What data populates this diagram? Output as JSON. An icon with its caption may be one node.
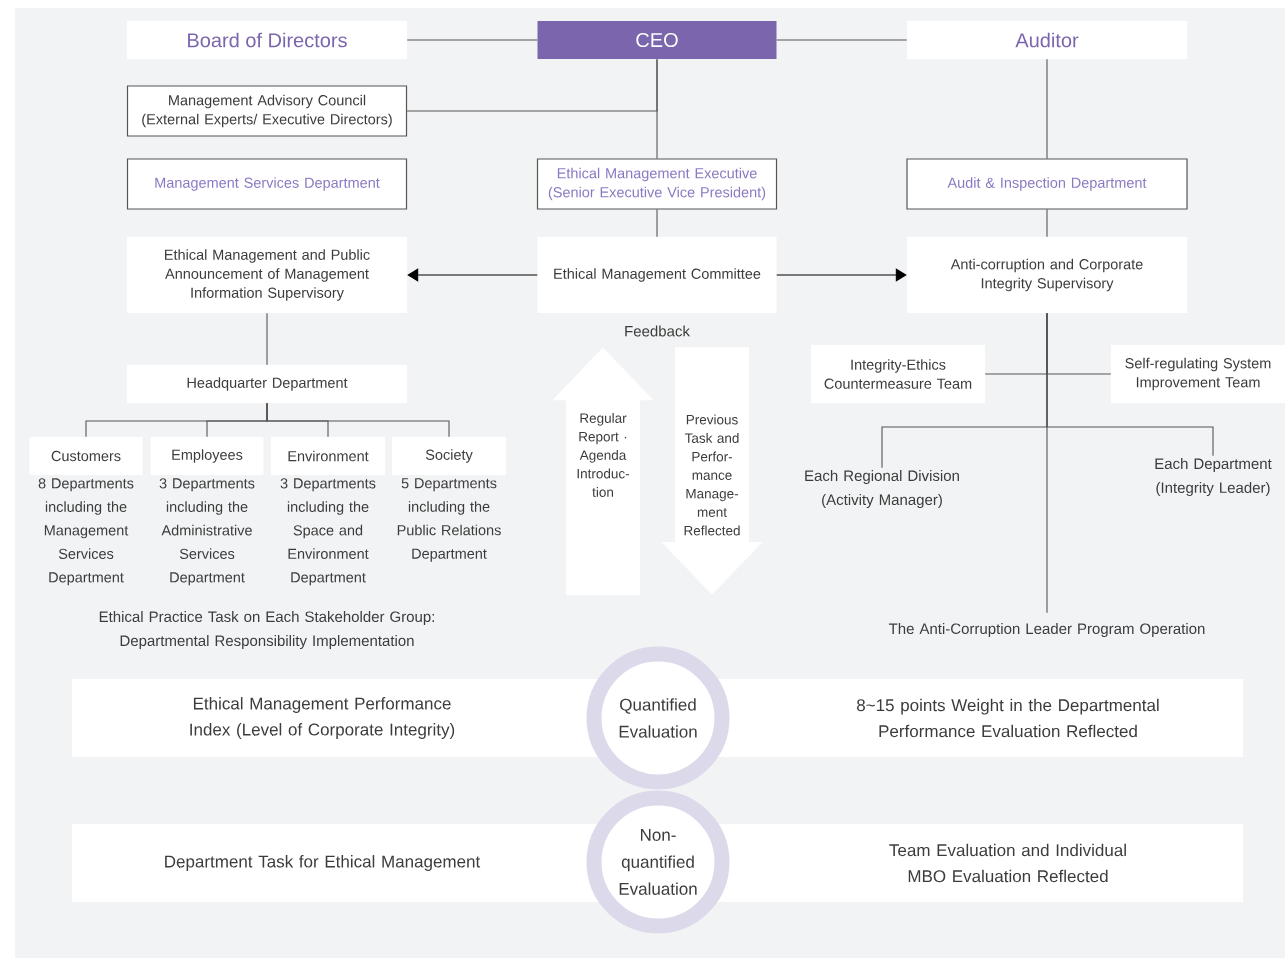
{
  "diagram": {
    "nodes": [
      {
        "text": [
          "Board of Directors"
        ]
      },
      {
        "text": [
          "CEO"
        ]
      },
      {
        "text": [
          "Auditor"
        ]
      },
      {
        "text": [
          "Management Advisory Council (External Experts/ Executive Directors)"
        ]
      },
      {
        "text": [
          "Management Services Department"
        ]
      },
      {
        "text": [
          "Ethical Management Executive (Senior Executive Vice President)"
        ]
      },
      {
        "text": [
          "Audit & Inspection Department"
        ]
      },
      {
        "text": [
          "Ethical Management and Public Announcement of Management Information Supervisory"
        ]
      },
      {
        "text": [
          "Ethical Management Committee"
        ]
      },
      {
        "text": [
          "Anti-corruption and Corporate Integrity Supervisory"
        ]
      },
      {
        "text": [
          "Headquarter Department"
        ]
      },
      {
        "text": [
          "Customers"
        ],
        "beside": [
          "8 Departments including the Management Services Department"
        ]
      },
      {
        "text": [
          "Employees"
        ],
        "beside": [
          "3 Departments including the Administrative Services Department"
        ]
      },
      {
        "text": [
          "Environment"
        ],
        "beside": [
          "3 Departments including the Space and Environment Department"
        ]
      },
      {
        "text": [
          "Society"
        ],
        "beside": [
          "5 Departments including the Public Relations Department"
        ]
      },
      {
        "text": [
          "Integrity-Ethics Countermeasure Team"
        ]
      },
      {
        "text": [
          "Self-regulating System Improvement Team"
        ]
      },
      {
        "text": [
          "Each Regional Division (Activity Manager)"
        ]
      },
      {
        "text": [
          "Each Department (Integrity Leader)"
        ]
      },
      {
        "text": [
          "The Anti-Corruption Leader Program Operation"
        ]
      },
      {
        "text": [
          "Ethical Management Performance Index (Level of Corporate Integrity)",
          "8~15 points Weight in the Departmental Performance Evaluation Reflected"
        ]
      },
      {
        "text": [
          "Quantified Evaluation"
        ]
      },
      {
        "text": [
          "Department Task for Ethical Management",
          "Team Evaluation and Individual MBO Evaluation Reflected"
        ]
      },
      {
        "text": [
          "Non-quantified Evaluation"
        ]
      }
    ],
    "edges": [
      {
        "from": 0,
        "to": 1,
        "arrow": "none"
      },
      {
        "from": 1,
        "to": 2,
        "arrow": "none"
      },
      {
        "from": 1,
        "to": 3,
        "arrow": "none"
      },
      {
        "from": 1,
        "to": 5,
        "arrow": "none"
      },
      {
        "from": 5,
        "to": 8,
        "arrow": "none"
      },
      {
        "from": 8,
        "to": 7,
        "arrow": "to"
      },
      {
        "from": 8,
        "to": 9,
        "arrow": "to"
      },
      {
        "from": 2,
        "to": 6,
        "arrow": "none"
      },
      {
        "from": 6,
        "to": 9,
        "arrow": "none"
      },
      {
        "from": 7,
        "to": 10,
        "arrow": "none"
      },
      {
        "from": 10,
        "to": 11,
        "arrow": "none"
      },
      {
        "from": 10,
        "to": 12,
        "arrow": "none"
      },
      {
        "from": 10,
        "to": 13,
        "arrow": "none"
      },
      {
        "from": 10,
        "to": 14,
        "arrow": "none"
      },
      {
        "from": 9,
        "to": 15,
        "arrow": "none"
      },
      {
        "from": 9,
        "to": 16,
        "arrow": "none"
      },
      {
        "from": 9,
        "to": 17,
        "arrow": "none"
      },
      {
        "from": 9,
        "to": 18,
        "arrow": "none"
      },
      {
        "from": 9,
        "to": 19,
        "arrow": "none"
      },
      {
        "from": null,
        "to": 8,
        "arrow": "to",
        "label": "Regular Report · Agenda Introduc-tion",
        "style": "thick",
        "color": "#ffffff"
      },
      {
        "from": 8,
        "to": null,
        "arrow": "to",
        "label": "Previous Task and Perfor-mance Manage-ment Reflected",
        "style": "thick",
        "color": "#ffffff"
      }
    ],
    "labels": [
      "Feedback",
      "Ethical Practice Task on Each Stakeholder Group: Departmental Responsibility Implementation"
    ]
  }
}
